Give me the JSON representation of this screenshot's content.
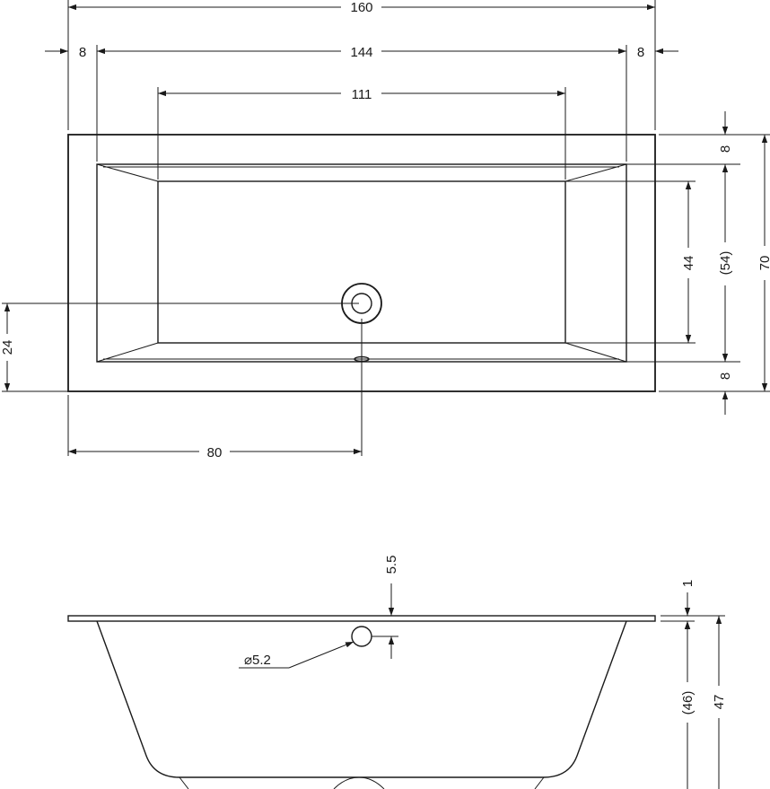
{
  "plan_view": {
    "overall_length": "160",
    "rim_left": "8",
    "inner_length": "144",
    "rim_right": "8",
    "floor_length": "111",
    "rim_top": "8",
    "floor_width": "44",
    "inner_width": "(54)",
    "overall_width": "70",
    "rim_bottom": "8",
    "drain_offset_y": "24",
    "drain_offset_x": "80"
  },
  "side_view": {
    "drain_depth": "5.5",
    "overflow_diameter": "⌀5.2",
    "rim_thickness": "1",
    "inner_depth": "(46)",
    "total_height": "47"
  },
  "colors": {
    "line": "#1a1a1a",
    "background": "#ffffff"
  }
}
